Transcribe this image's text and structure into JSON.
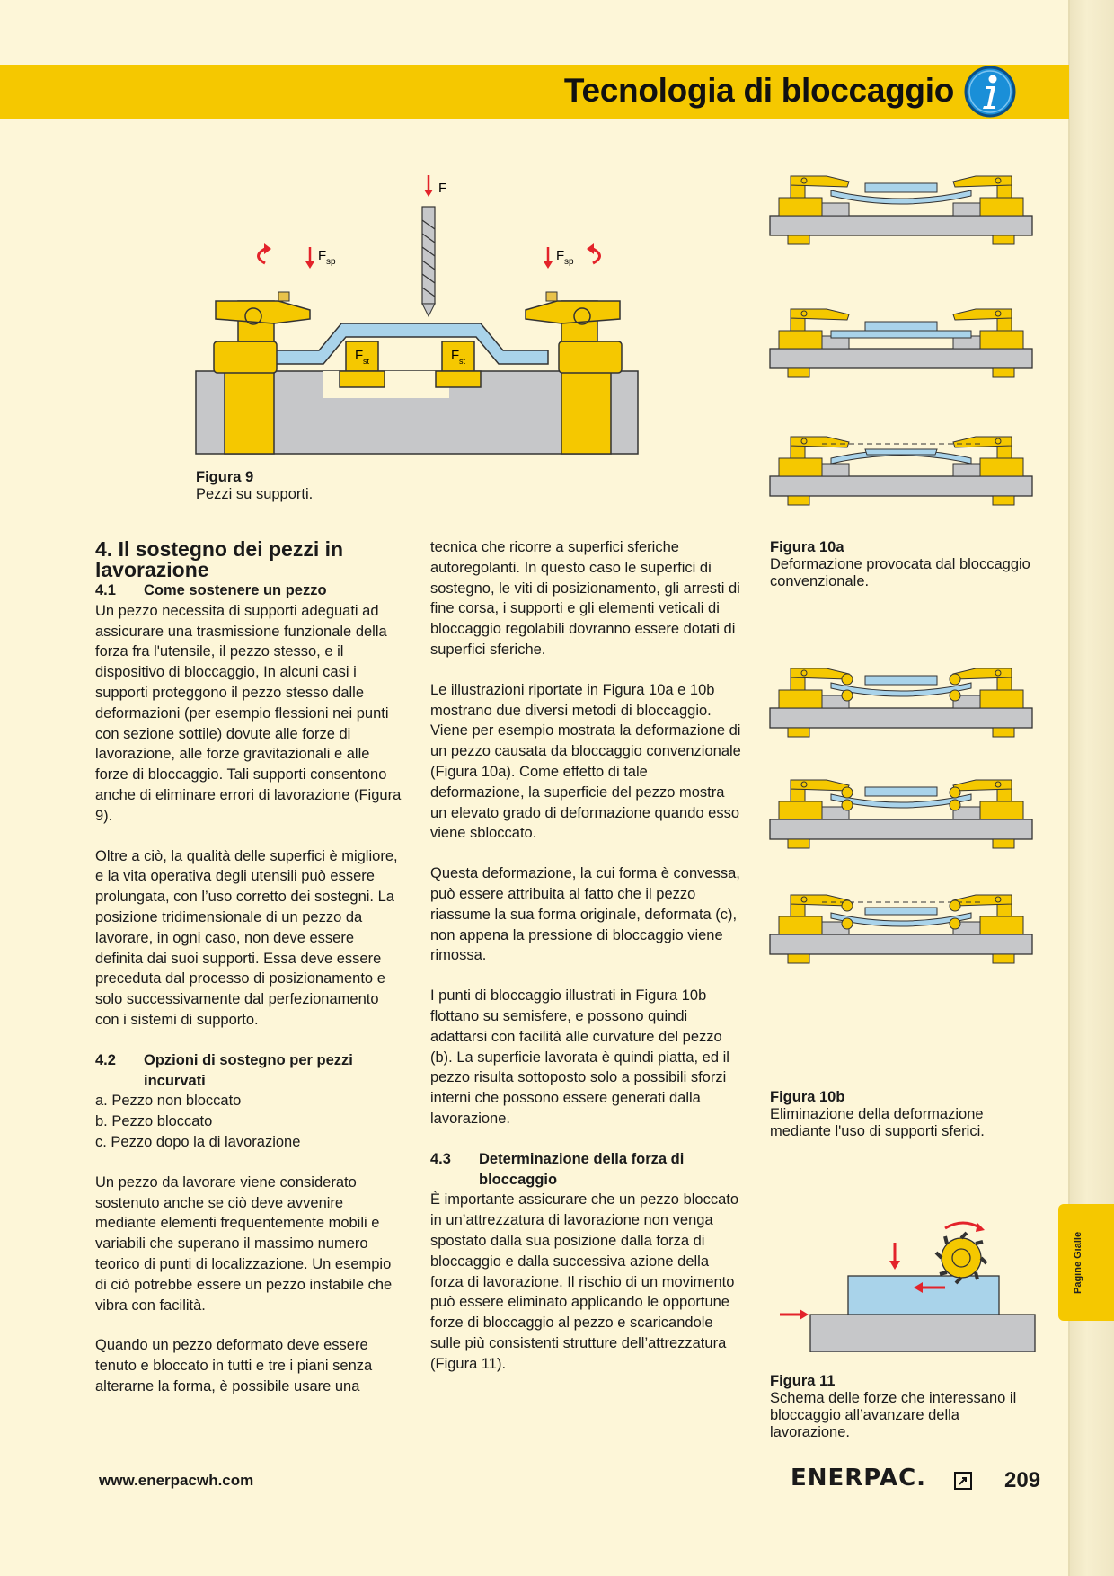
{
  "header": {
    "title": "Tecnologia di bloccaggio",
    "icon": "info-icon"
  },
  "side_tab": {
    "label": "Pagine Gialle"
  },
  "figures": {
    "fig9": {
      "label_f": "F",
      "label_fsp": "F",
      "label_sp": "sp",
      "label_fst": "F",
      "label_st": "st",
      "caption_title": "Figura 9",
      "caption_text": "Pezzi su supporti."
    },
    "fig10a": {
      "caption_title": "Figura 10a",
      "caption_text": "Deformazione provocata dal bloccaggio convenzionale."
    },
    "fig10b": {
      "caption_title": "Figura 10b",
      "caption_text": "Eliminazione della deformazione mediante l'uso di supporti sferici."
    },
    "fig11": {
      "caption_title": "Figura 11",
      "caption_text": "Schema delle forze che interessano il bloccaggio all’avanzare della lavorazione."
    }
  },
  "col1": {
    "heading": "4. Il sostegno dei pezzi in lavorazione",
    "s41_num": "4.1",
    "s41_title": "Come sostenere un pezzo",
    "p1": "Un pezzo necessita di supporti adeguati ad assicurare una trasmissione funzionale della forza fra l'utensile, il pezzo stesso, e il dispositivo di bloccaggio, In alcuni casi i supporti proteggono il pezzo stesso dalle deformazioni (per esempio flessioni nei punti con sezione sottile) dovute alle forze di lavorazione, alle forze gravitazionali e alle forze di bloccaggio. Tali supporti consentono anche di eliminare errori di lavorazione (Figura 9).",
    "p2": "Oltre a ciò, la qualità delle superfici è migliore, e la vita operativa degli utensili può essere prolungata, con l’uso corretto dei sostegni. La posizione tridimensionale di un pezzo da lavorare, in ogni caso, non deve essere definita dai suoi supporti. Essa deve essere preceduta dal processo di posizionamento e solo successivamente dal perfezionamento con i sistemi di supporto.",
    "s42_num": "4.2",
    "s42_title": "Opzioni di sostegno per pezzi incurvati",
    "list": [
      "a.  Pezzo non bloccato",
      "b.  Pezzo bloccato",
      "c.  Pezzo dopo la di lavorazione"
    ],
    "p3": "Un pezzo da lavorare viene considerato sostenuto anche se ciò deve avvenire mediante elementi frequentemente mobili e variabili che superano il massimo numero teorico di punti di localizzazione. Un esempio di ciò potrebbe essere un pezzo instabile che vibra con facilità.",
    "p4": "Quando un pezzo deformato deve essere tenuto e bloccato in tutti e tre i piani senza alterarne la forma, è possibile usare una"
  },
  "col2": {
    "p1": "tecnica che ricorre a superfici sferiche autoregolanti. In questo caso le superfici di sostegno, le viti di posizionamento, gli arresti di fine corsa, i supporti e gli elementi veticali di bloccaggio regolabili dovranno essere dotati di superfici sferiche.",
    "p2": "Le illustrazioni riportate in Figura 10a e 10b mostrano due diversi metodi di bloccaggio. Viene per esempio mostrata la deformazione di un pezzo causata da bloccaggio convenzionale (Figura 10a). Come effetto di tale deformazione, la superficie del pezzo mostra un elevato grado di deformazione quando esso viene sbloccato.",
    "p3": "Questa deformazione, la cui forma è convessa, può essere attribuita al fatto che il pezzo riassume la sua forma originale, deformata (c), non appena la pressione di bloccaggio viene rimossa.",
    "p4": "I punti di bloccaggio illustrati in Figura 10b flottano su semisfere, e possono quindi adattarsi con facilità alle curvature del pezzo (b). La superficie lavorata è quindi piatta, ed il pezzo risulta sottoposto solo a possibili sforzi interni che possono essere generati dalla lavorazione.",
    "s43_num": "4.3",
    "s43_title": "Determinazione della forza di bloccaggio",
    "p5": "È importante assicurare che un pezzo bloccato in un’attrezzatura di lavorazione non venga spostato dalla sua posizione dalla forza di bloccaggio e dalla successiva azione della forza di lavorazione. Il rischio di un movimento può essere eliminato applicando le opportune forze di bloccaggio al pezzo e scaricandole sulle più consistenti strutture dell’attrezzatura (Figura 11)."
  },
  "footer": {
    "url": "www.enerpacwh.com",
    "brand": "ENERPAC.",
    "page_number": "209"
  },
  "colors": {
    "yellow": "#f5c800",
    "gray": "#c6c7c9",
    "blue": "#a9d3ea",
    "red": "#e3232a",
    "paper": "#fdf6d8"
  }
}
